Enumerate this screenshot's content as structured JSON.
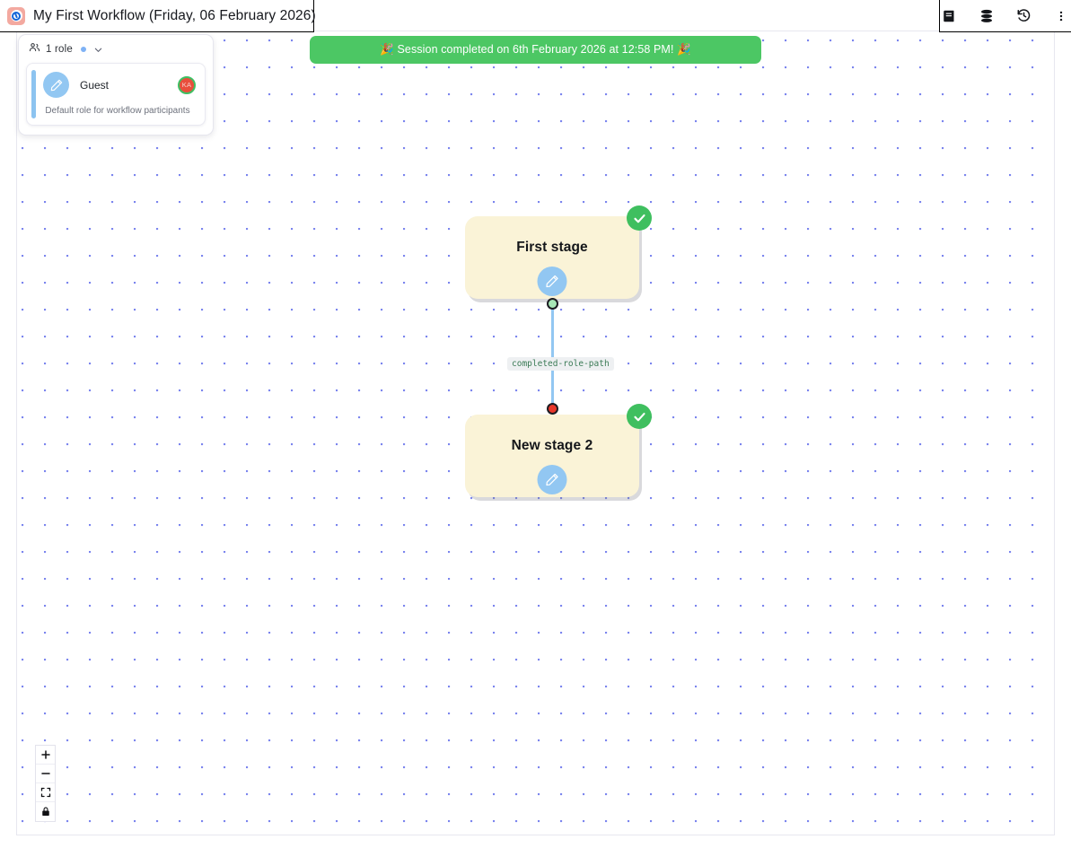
{
  "header": {
    "logo_icon": "workflow-logo-icon",
    "title": "My First Workflow (Friday, 06 February 2026)"
  },
  "toolbar": {
    "buttons": [
      {
        "name": "notes-icon",
        "label": "Notes"
      },
      {
        "name": "database-icon",
        "label": "Data"
      },
      {
        "name": "history-icon",
        "label": "History"
      },
      {
        "name": "more-options-icon",
        "label": "More"
      }
    ]
  },
  "roles_panel": {
    "people_icon": "people-icon",
    "count_label": "1 role",
    "status_dot_color": "#7fb2f5",
    "chevron_icon": "chevron-down-icon",
    "roles": [
      {
        "avatar_icon": "pencil-icon",
        "name": "Guest",
        "badge_initials": "KA",
        "badge_bg": "#e94e3c",
        "badge_ring": "#3fbf63",
        "description": "Default role for workflow participants"
      }
    ]
  },
  "session_banner": {
    "text": "🎉 Session completed on 6th February 2026 at 12:58 PM! 🎉",
    "background": "#4cc764"
  },
  "flow": {
    "nodes": [
      {
        "id": "node-1",
        "title": "First stage",
        "avatar_icon": "pencil-icon",
        "status_icon": "check-circle-icon",
        "status_color": "#3fbf5f",
        "fill": "#faf3d7"
      },
      {
        "id": "node-2",
        "title": "New stage 2",
        "avatar_icon": "pencil-icon",
        "status_icon": "check-circle-icon",
        "status_color": "#3fbf5f",
        "fill": "#faf3d7"
      }
    ],
    "edge": {
      "label": "completed-role-path",
      "label_color": "#3b7b56",
      "line_color": "#92c7f2",
      "source_handle_color": "#a8e8b6",
      "target_handle_color": "#e8372b"
    }
  },
  "zoom_controls": {
    "buttons": [
      {
        "name": "zoom-in-icon",
        "label": "Zoom in"
      },
      {
        "name": "zoom-out-icon",
        "label": "Zoom out"
      },
      {
        "name": "fit-view-icon",
        "label": "Fit view"
      },
      {
        "name": "lock-icon",
        "label": "Lock"
      }
    ]
  },
  "canvas": {
    "dot_color": "#7b85ee",
    "background": "#ffffff"
  }
}
